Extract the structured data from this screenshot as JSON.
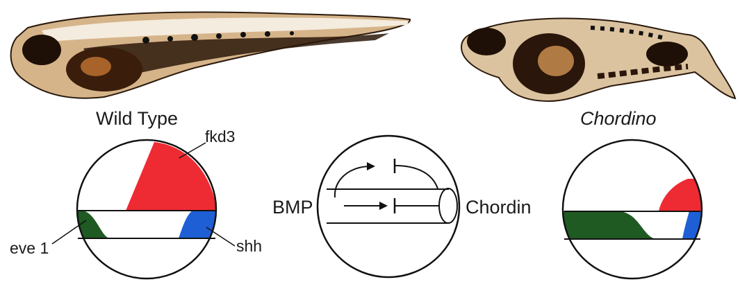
{
  "panels": {
    "wild_type": {
      "caption": "Wild Type",
      "labels": {
        "fkd3": "fkd3",
        "shh": "shh",
        "eve1": "eve 1"
      }
    },
    "model": {
      "labels": {
        "bmp": "BMP",
        "chordin": "Chordin"
      }
    },
    "chordino": {
      "caption": "Chordino"
    }
  },
  "colors": {
    "fkd3": "#ee2a33",
    "shh": "#1f5fd6",
    "eve1": "#1f5a22",
    "outline": "#111111"
  }
}
